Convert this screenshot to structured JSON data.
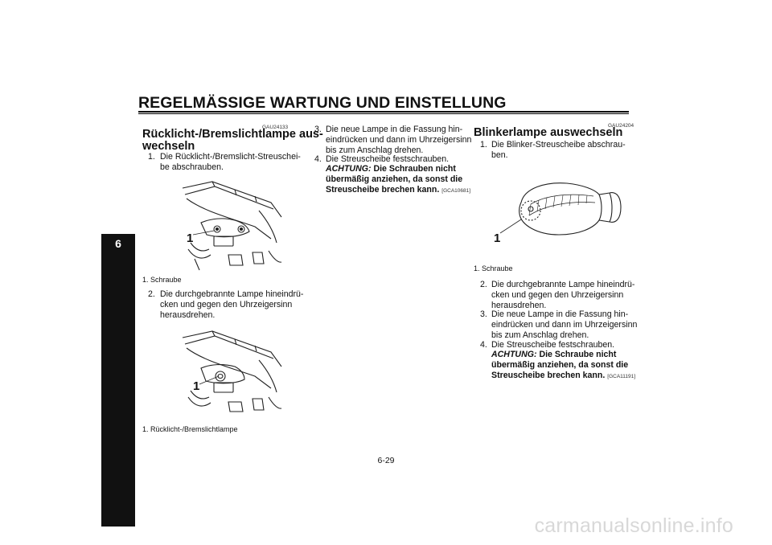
{
  "header": {
    "title": "REGELMÄSSIGE WARTUNG UND EINSTELLUNG"
  },
  "side_tab": {
    "number": "6"
  },
  "col1": {
    "code": "GAU24133",
    "heading_line1": "Rücklicht-/Bremslichtlampe aus-",
    "heading_line2": "wechseln",
    "step1_num": "1.",
    "step1_l1": "Die Rücklicht-/Bremslicht-Streuschei-",
    "step1_l2": "be abschrauben.",
    "fig1_label": "1",
    "fig1_caption": "1. Schraube",
    "step2_num": "2.",
    "step2_l1": "Die durchgebrannte Lampe hineindrü-",
    "step2_l2": "cken und gegen den Uhrzeigersinn",
    "step2_l3": "herausdrehen.",
    "fig2_label": "1",
    "fig2_caption": "1. Rücklicht-/Bremslichtlampe"
  },
  "col2": {
    "step3_num": "3.",
    "step3_l1": "Die neue Lampe in die Fassung hin-",
    "step3_l2": "eindrücken und dann im Uhrzeigersinn",
    "step3_l3": "bis zum Anschlag drehen.",
    "step4_num": "4.",
    "step4_l1": "Die Streuscheibe festschrauben.",
    "caution_label": "ACHTUNG:",
    "caution_l1": " Die Schrauben nicht",
    "caution_l2": "übermäßig anziehen, da sonst die",
    "caution_l3": "Streuscheibe brechen kann.",
    "caution_code": "[GCA10681]"
  },
  "col3": {
    "code": "GAU24204",
    "heading": "Blinkerlampe auswechseln",
    "step1_num": "1.",
    "step1_l1": "Die Blinker-Streuscheibe abschrau-",
    "step1_l2": "ben.",
    "fig_label": "1",
    "fig_caption": "1. Schraube",
    "step2_num": "2.",
    "step2_l1": "Die durchgebrannte Lampe hineindrü-",
    "step2_l2": "cken und gegen den Uhrzeigersinn",
    "step2_l3": "herausdrehen.",
    "step3_num": "3.",
    "step3_l1": "Die neue Lampe in die Fassung hin-",
    "step3_l2": "eindrücken und dann im Uhrzeigersinn",
    "step3_l3": "bis zum Anschlag drehen.",
    "step4_num": "4.",
    "step4_l1": "Die Streuscheibe festschrauben.",
    "caution_label": "ACHTUNG:",
    "caution_l1": " Die Schraube nicht",
    "caution_l2": "übermäßig anziehen, da sonst die",
    "caution_l3": "Streuscheibe brechen kann.",
    "caution_code": "[GCA11191]"
  },
  "footer": {
    "page": "6-29"
  },
  "watermark": "carmanualsonline.info"
}
